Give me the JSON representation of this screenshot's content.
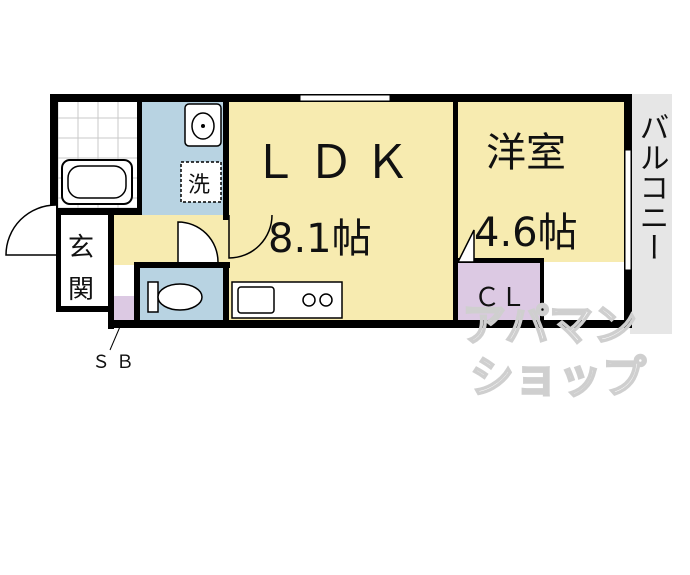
{
  "rooms": {
    "ldk_name": "ＬＤＫ",
    "ldk_size": "8.1帖",
    "western_name": "洋室",
    "western_size": "4.6帖",
    "closet": "ＣＬ",
    "entrance_1": "玄",
    "entrance_2": "関",
    "laundry": "洗",
    "balcony": "バルコニー",
    "shoe_box": "ＳＢ"
  },
  "watermark": {
    "line1": "アパマン",
    "line2": "ショップ"
  },
  "colors": {
    "ldk_fill": "#f7ebb0",
    "wet_area_fill": "#b8d3e2",
    "closet_fill": "#dcc9e3",
    "balcony_fill": "#e6e6e6",
    "wall": "#000000"
  }
}
